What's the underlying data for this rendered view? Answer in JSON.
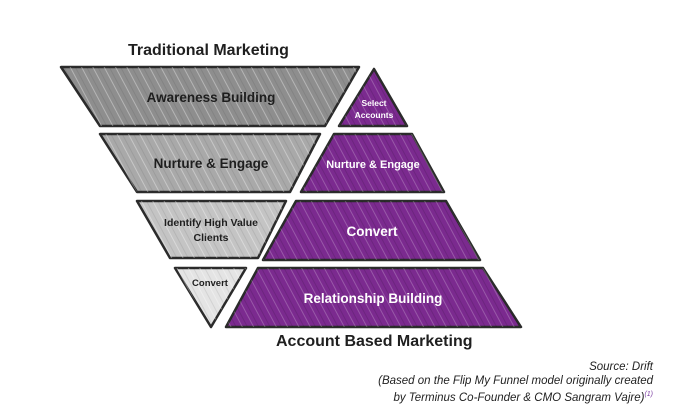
{
  "titles": {
    "traditional": "Traditional Marketing",
    "abm": "Account Based Marketing"
  },
  "funnel": {
    "awareness": "Awareness Building",
    "nurture": "Nurture & Engage",
    "identify_line1": "Identify High Value",
    "identify_line2": "Clients",
    "convert": "Convert"
  },
  "pyramid": {
    "select_line1": "Select",
    "select_line2": "Accounts",
    "nurture": "Nurture & Engage",
    "convert": "Convert",
    "relationship": "Relationship Building"
  },
  "source": {
    "line1": "Source: Drift",
    "line2": "(Based on the Flip My Funnel model originally created",
    "line3": "by Terminus Co-Founder & CMO Sangram Vajre)",
    "footnote": "(1)"
  },
  "colors": {
    "gray_dark": "#8e8e8e",
    "gray_mid": "#a9a9a9",
    "gray_light": "#c4c4c4",
    "gray_lightest": "#e4e4e4",
    "purple": "#7b2a8f"
  }
}
